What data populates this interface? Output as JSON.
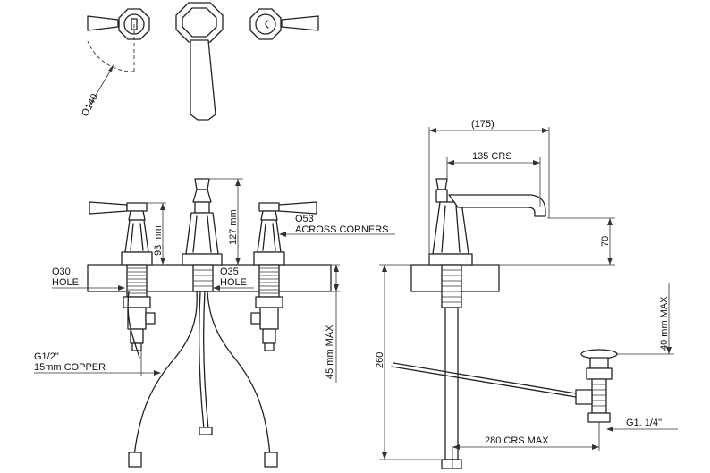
{
  "labels": {
    "top_view_diameter": "O140",
    "hole_30_diameter": "O30",
    "hole_30_word": "HOLE",
    "hole_35_diameter": "O35",
    "hole_35_word": "HOLE",
    "handle_height": "93 mm",
    "spout_height": "127 mm",
    "across_corners_diameter": "O53",
    "across_corners_text": "ACROSS CORNERS",
    "inlet_thread": "G1/2\"",
    "inlet_pipe": "15mm COPPER",
    "deck_thickness_max": "45 mm MAX",
    "overall_width": "(175)",
    "spout_crs": "135 CRS",
    "spout_clearance": "70",
    "waste_height_max": "40 mm MAX",
    "below_deck_length": "260",
    "popup_crs_max": "280 CRS MAX",
    "waste_thread": "G1. 1/4\""
  }
}
